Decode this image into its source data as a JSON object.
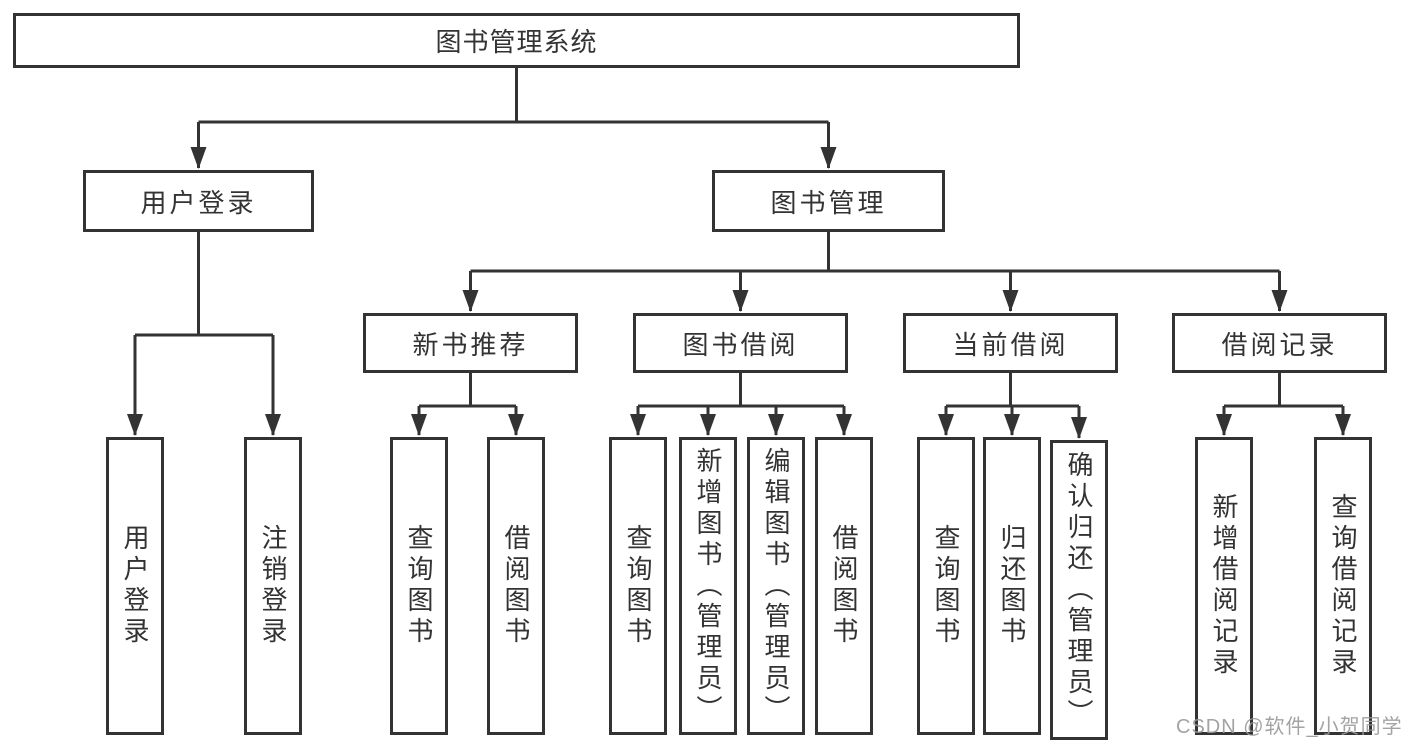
{
  "tree": {
    "root": {
      "label": "图书管理系统"
    },
    "level2": {
      "user_login": {
        "label": "用户登录",
        "children": [
          "用户登录",
          "注销登录"
        ]
      },
      "book_management": {
        "label": "图书管理"
      }
    },
    "level3": {
      "new_book_recommend": {
        "label": "新书推荐",
        "children": [
          "查询图书",
          "借阅图书"
        ]
      },
      "book_borrowing": {
        "label": "图书借阅",
        "children": [
          "查询图书",
          "新增图书（管理员）",
          "编辑图书（管理员）",
          "借阅图书"
        ]
      },
      "current_borrowing": {
        "label": "当前借阅",
        "children": [
          "查询图书",
          "归还图书",
          "确认归还（管理员）"
        ]
      },
      "borrowing_records": {
        "label": "借阅记录",
        "children": [
          "新增借阅记录",
          "查询借阅记录"
        ]
      }
    }
  },
  "watermark": {
    "text": "CSDN @软件_小贺同学"
  },
  "style": {
    "line_color": "#333333",
    "text_color": "#333333",
    "watermark_color": "#999999",
    "background": "#ffffff"
  }
}
